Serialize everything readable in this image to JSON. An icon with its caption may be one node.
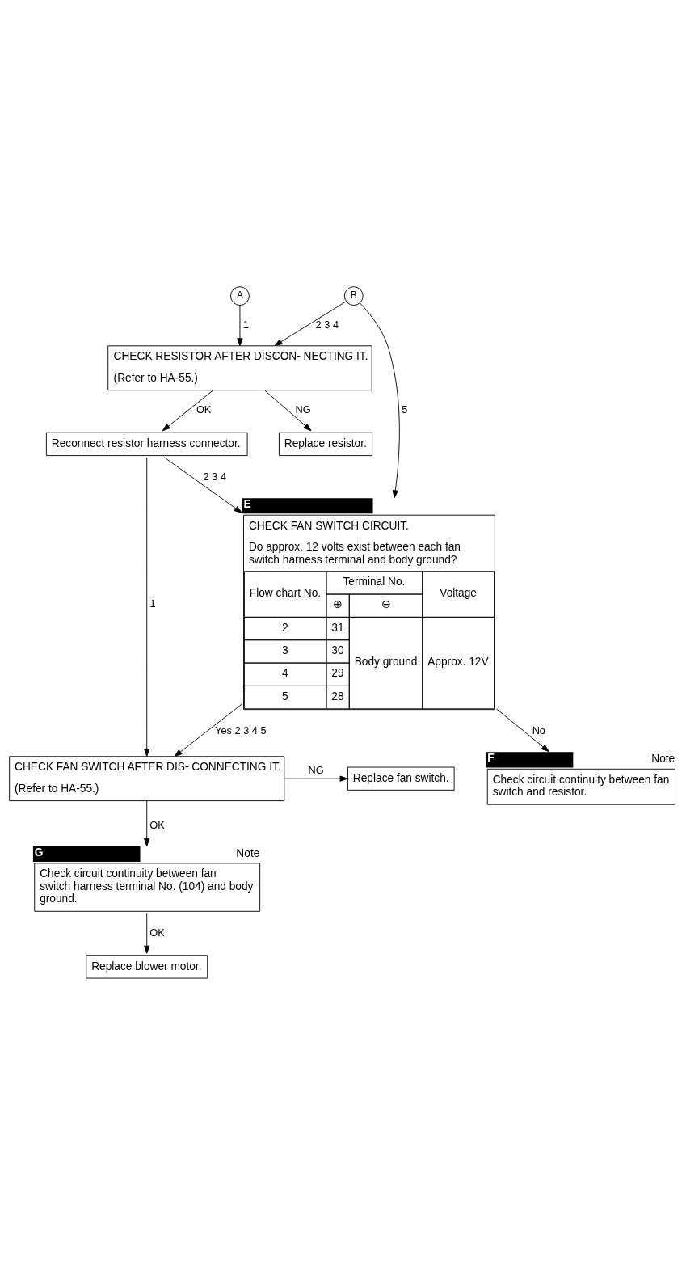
{
  "diagram": {
    "nodes": [
      {
        "text": [
          "A"
        ]
      },
      {
        "text": [
          "B"
        ]
      },
      {
        "text": [
          "CHECK RESISTOR AFTER DISCON- NECTING IT.",
          "(Refer to HA-55.)"
        ]
      },
      {
        "text": [
          "Replace resistor."
        ]
      },
      {
        "text": [
          "Reconnect resistor harness connector."
        ]
      },
      {
        "text": [
          "CHECK FAN SWITCH CIRCUIT.",
          "Do approx. 12 volts exist between each fan switch harness terminal and body ground?",
          "Flow chart No.",
          "Terminal No.",
          "Voltage",
          "⊕",
          "⊖",
          "2",
          "31",
          "Body ground",
          "Approx. 12V",
          "3",
          "30",
          "4",
          "29",
          "5",
          "28"
        ],
        "beside": [
          "E"
        ]
      },
      {
        "text": [
          "Check circuit continuity between fan switch and resistor."
        ],
        "beside": [
          "F",
          "Note"
        ]
      },
      {
        "text": [
          "CHECK FAN SWITCH AFTER DIS- CONNECTING IT.",
          "(Refer to HA-55.)"
        ]
      },
      {
        "text": [
          "Replace fan switch."
        ]
      },
      {
        "text": [
          "Check circuit continuity between fan switch harness terminal No. (104) and body ground."
        ],
        "beside": [
          "G",
          "Note"
        ]
      },
      {
        "text": [
          "Replace blower motor."
        ]
      }
    ],
    "edges": [
      {
        "from": 0,
        "to": 2,
        "arrow": "to",
        "label": "1"
      },
      {
        "from": 1,
        "to": 2,
        "arrow": "to",
        "label": "2 3 4"
      },
      {
        "from": 1,
        "to": 5,
        "arrow": "to",
        "label": "5"
      },
      {
        "from": 2,
        "to": 3,
        "arrow": "to",
        "label": "NG"
      },
      {
        "from": 2,
        "to": 4,
        "arrow": "to",
        "label": "OK"
      },
      {
        "from": 4,
        "to": 7,
        "arrow": "to",
        "label": "1"
      },
      {
        "from": 4,
        "to": 5,
        "arrow": "to",
        "label": "2 3 4"
      },
      {
        "from": 5,
        "to": 7,
        "arrow": "to",
        "label": "Yes 2 3 4 5"
      },
      {
        "from": 5,
        "to": 6,
        "arrow": "to",
        "label": "No"
      },
      {
        "from": 7,
        "to": 8,
        "arrow": "to",
        "label": "NG"
      },
      {
        "from": 7,
        "to": 9,
        "arrow": "to",
        "label": "OK"
      },
      {
        "from": 9,
        "to": 10,
        "arrow": "to",
        "label": "OK"
      }
    ]
  }
}
